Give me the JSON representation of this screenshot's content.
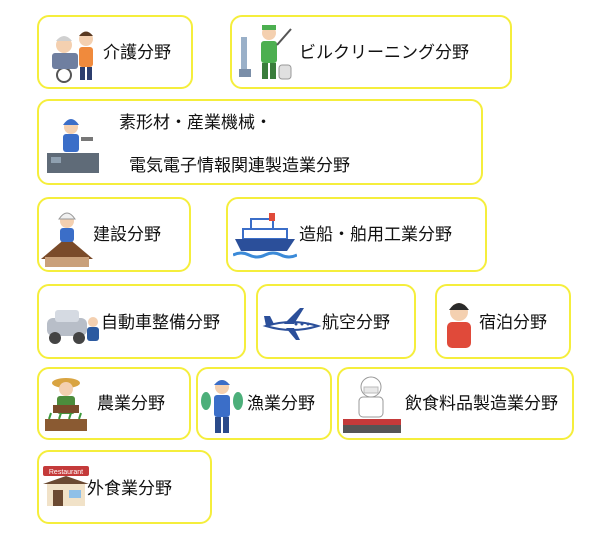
{
  "fields": [
    {
      "label": "介護分野",
      "icon": "caregiver-icon"
    },
    {
      "label": "ビルクリーニング分野",
      "icon": "cleaning-worker-icon"
    },
    {
      "label_line1": "素形材・産業機械・",
      "label_line2": "電気電子情報関連製造業分野",
      "icon": "factory-worker-icon"
    },
    {
      "label": "建設分野",
      "icon": "construction-worker-icon"
    },
    {
      "label": "造船・舶用工業分野",
      "icon": "ship-icon"
    },
    {
      "label": "自動車整備分野",
      "icon": "car-mechanic-icon"
    },
    {
      "label": "航空分野",
      "icon": "airplane-icon"
    },
    {
      "label": "宿泊分野",
      "icon": "hotel-staff-icon"
    },
    {
      "label": "農業分野",
      "icon": "farmer-icon"
    },
    {
      "label": "漁業分野",
      "icon": "fisherman-icon"
    },
    {
      "label": "飲食料品製造業分野",
      "icon": "food-factory-worker-icon"
    },
    {
      "label": "外食業分野",
      "icon": "restaurant-icon",
      "sign_text": "Restaurant"
    }
  ],
  "colors": {
    "border": "#f5ee3c",
    "text": "#111111"
  }
}
